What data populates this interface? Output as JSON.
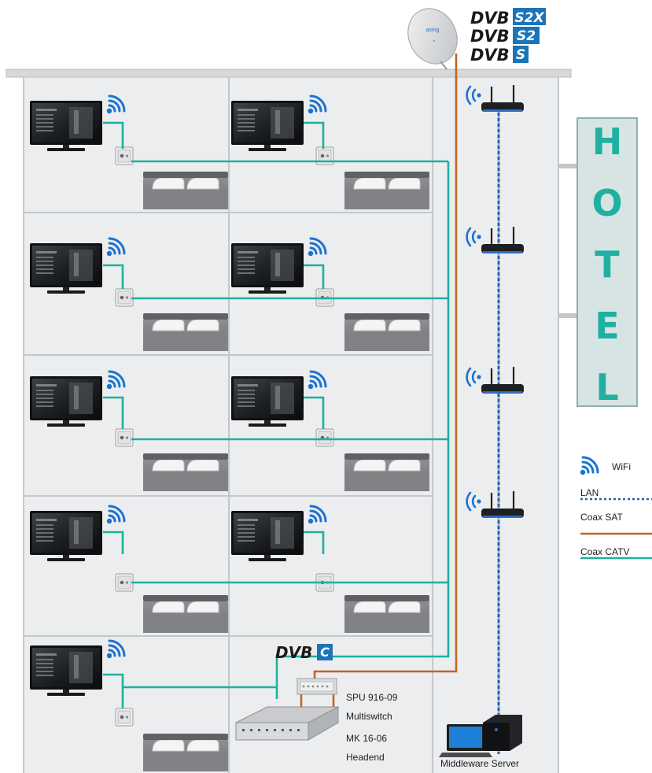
{
  "dish": {
    "brand": "axing"
  },
  "dvb_badges": {
    "s2x": "S2X",
    "s2": "S2",
    "s": "S",
    "c": "C",
    "prefix": "DVB"
  },
  "hotel_sign": {
    "letters": [
      "H",
      "O",
      "T",
      "E",
      "L"
    ]
  },
  "legend": {
    "wifi": "WiFi",
    "lan": "LAN",
    "coax_sat": "Coax SAT",
    "coax_catv": "Coax CATV"
  },
  "equipment": {
    "multiswitch_model": "SPU 916-09",
    "multiswitch_type": "Multiswitch",
    "headend_model": "MK 16-06",
    "headend_type": "Headend",
    "server": "Middleware Server"
  },
  "colors": {
    "catv": "#1fb0a0",
    "sat": "#c0652a",
    "lan": "#2f5fa6",
    "building": "#ecedee",
    "hotel_sign_bg": "#d7e4e4"
  },
  "icons": [
    "satellite-dish-icon",
    "tv-icon",
    "wifi-icon",
    "wall-socket-icon",
    "bed-icon",
    "router-icon",
    "laptop-icon",
    "server-box-icon",
    "headend-icon",
    "multiswitch-icon"
  ]
}
